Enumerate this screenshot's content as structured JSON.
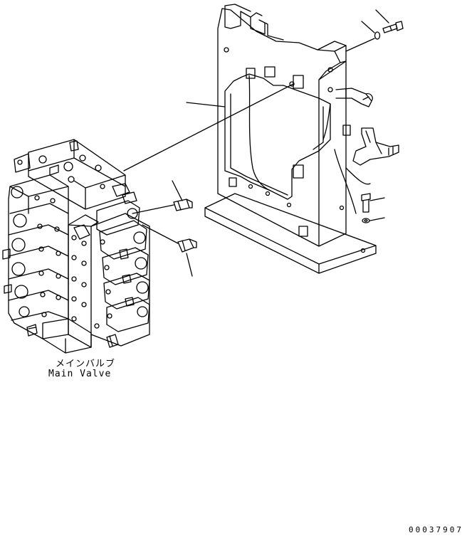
{
  "labels": {
    "main_valve_jp": "メインバルブ",
    "main_valve_en": "Main Valve",
    "drawing_id": "00037907"
  },
  "parts": [
    "bracket",
    "bolt",
    "washer",
    "main-valve",
    "pressure-sensor",
    "bolt-lower",
    "washer-lower"
  ]
}
